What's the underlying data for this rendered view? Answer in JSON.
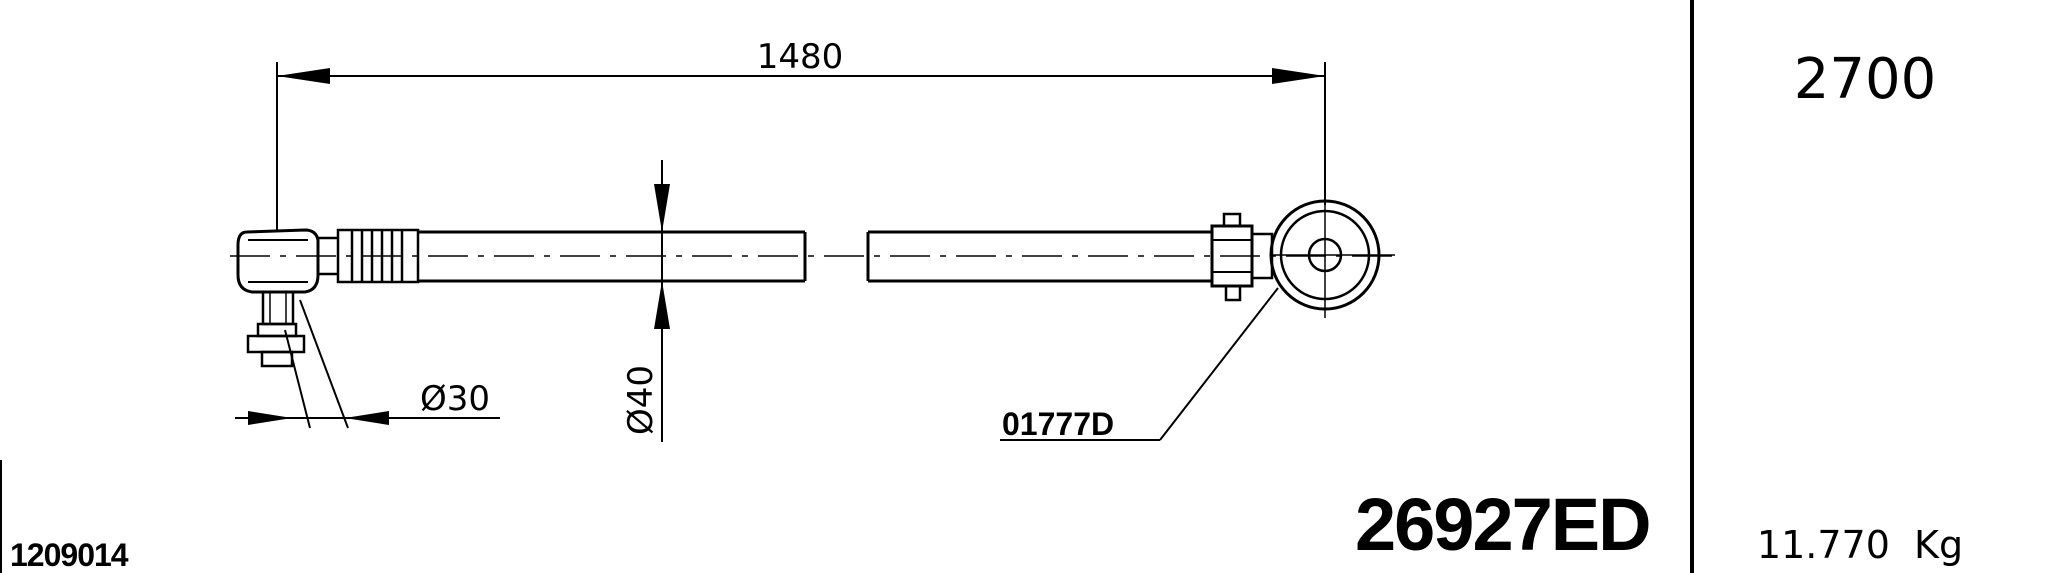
{
  "drawing": {
    "overall_length": "1480",
    "ball_stud_diameter": "Ø30",
    "tube_diameter": "Ø40",
    "clamp_part_number": "01777D",
    "part_number": "26927ED",
    "catalog_number": "1209014"
  },
  "info_panel": {
    "length_value": "2700",
    "weight": "11.770  Kg"
  }
}
